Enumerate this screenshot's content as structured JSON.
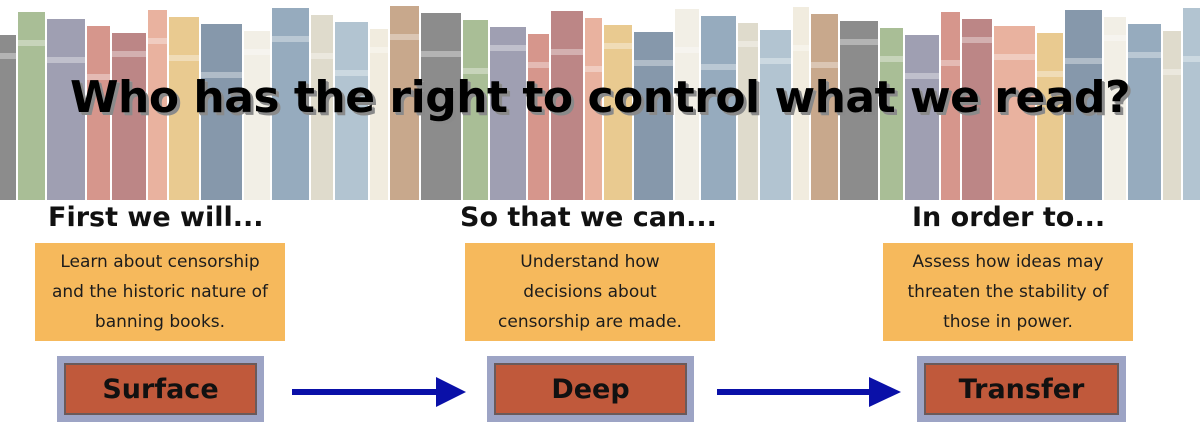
{
  "title": "Who has the right to control what we read?",
  "columns": [
    {
      "heading": "First we will...",
      "description": [
        "Learn about censorship",
        "and the historic nature of",
        "banning books."
      ],
      "stage": "Surface"
    },
    {
      "heading": "So that we can...",
      "description": [
        "Understand how",
        "decisions about",
        "censorship are made."
      ],
      "stage": "Deep"
    },
    {
      "heading": "In order to...",
      "description": [
        "Assess how ideas may",
        "threaten the stability of",
        "those in power."
      ],
      "stage": "Transfer"
    }
  ],
  "colors": {
    "box_fill": "#f6b95c",
    "stage_outer": "#9da4c5",
    "stage_inner": "#c0593b",
    "arrow": "#0a10a8"
  }
}
